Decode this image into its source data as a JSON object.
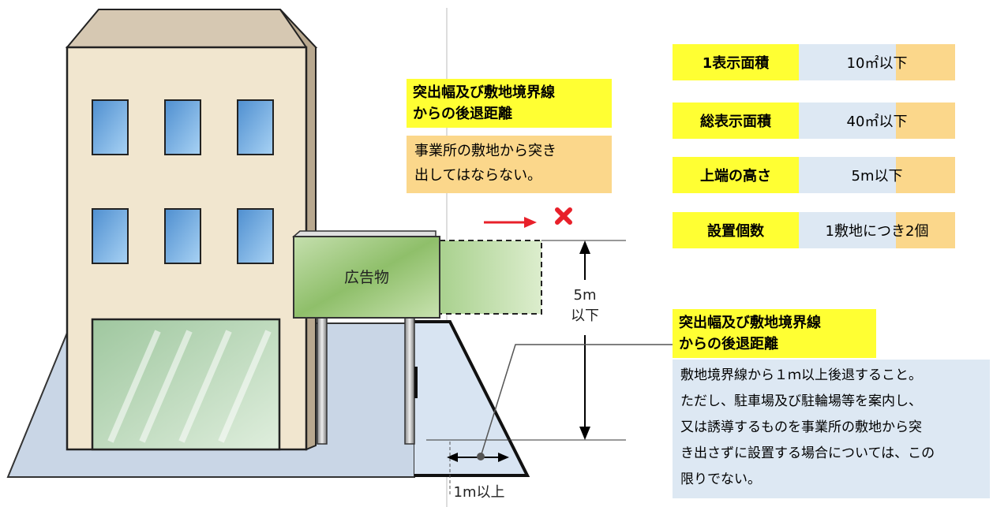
{
  "sign_label": "広告物",
  "height_label": "5m\n以下",
  "setback_label": "1m以上",
  "callout_top": {
    "title": "突出幅及び敷地境界線\nからの後退距離",
    "body": "事業所の敷地から突き\n出してはならない。"
  },
  "callout_bottom": {
    "title": "突出幅及び敷地境界線\nからの後退距離",
    "body": "敷地境界線から１ｍ以上後退すること。\nただし、駐車場及び駐輪場等を案内し、\n又は誘導するものを事業所の敷地から突\nき出さずに設置する場合については、この\n限りでない。"
  },
  "specs": [
    {
      "key": "1表示面積",
      "value": "10㎡以下"
    },
    {
      "key": "総表示面積",
      "value": "40㎡以下"
    },
    {
      "key": "上端の高さ",
      "value": "5m以下"
    },
    {
      "key": "設置個数",
      "value": "1敷地につき2個"
    }
  ],
  "colors": {
    "title_bg": "#ffff33",
    "body_bg_orange": "#fbd78b",
    "body_bg_blue": "#dde8f3",
    "arrow_red": "#e8202a"
  },
  "icons": {
    "prohibited": "x-mark-icon",
    "arrow": "right-arrow-icon"
  }
}
